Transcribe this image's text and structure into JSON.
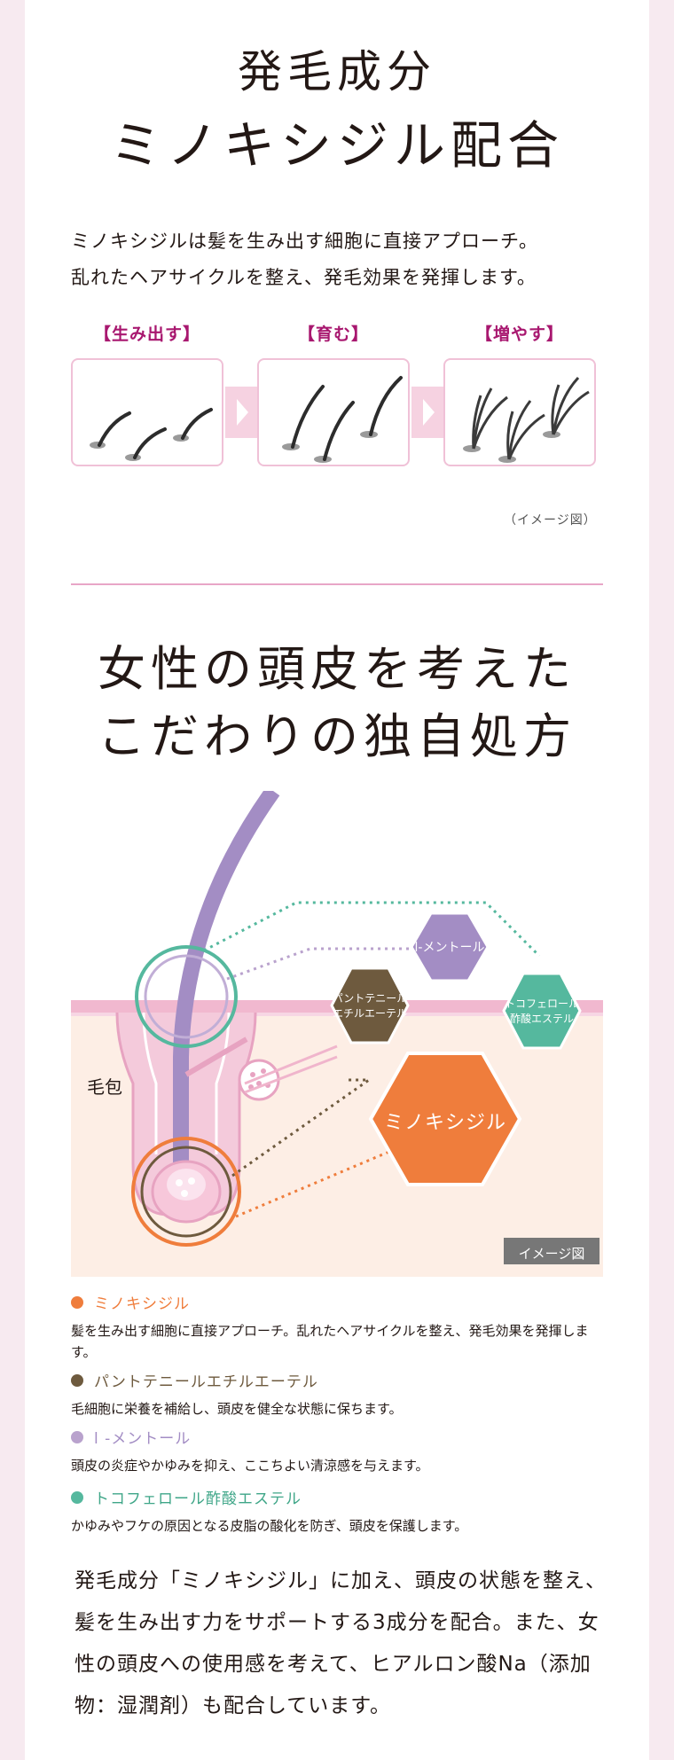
{
  "section1": {
    "title_line1": "発毛成分",
    "title_line2": "ミノキシジル配合",
    "lead_line1": "ミノキシジルは髪を生み出す細胞に直接アプローチ。",
    "lead_line2": "乱れたヘアサイクルを整え、発毛効果を発揮します。",
    "steps": [
      {
        "label": "【生み出す】"
      },
      {
        "label": "【育む】"
      },
      {
        "label": "【増やす】"
      }
    ],
    "image_note": "（イメージ図）"
  },
  "section2": {
    "title_line1": "女性の頭皮を考えた",
    "title_line2": "こだわりの独自処方",
    "diagram": {
      "follicle_label": "毛包",
      "hex_menthol": "l-メントール",
      "hex_panthenyl_l1": "パントテニール",
      "hex_panthenyl_l2": "エチルエーテル",
      "hex_tocopherol_l1": "トコフェロール",
      "hex_tocopherol_l2": "酢酸エステル",
      "hex_minoxidil": "ミノキシジル",
      "image_badge": "イメージ図"
    },
    "legend": [
      {
        "name": "ミノキシジル",
        "color": "#ef7d3c",
        "desc": "髪を生み出す細胞に直接アプローチ。乱れたヘアサイクルを整え、発毛効果を発揮します。"
      },
      {
        "name": "パントテニールエチルエーテル",
        "color": "#6e5a3e",
        "desc": "毛細胞に栄養を補給し、頭皮を健全な状態に保ちます。"
      },
      {
        "name": "l -メントール",
        "color": "#b9a2cd",
        "desc": "頭皮の炎症やかゆみを抑え、ここちよい清涼感を与えます。"
      },
      {
        "name": "トコフェロール酢酸エステル",
        "color": "#55b89e",
        "desc": "かゆみやフケの原因となる皮脂の酸化を防ぎ、頭皮を保護します。"
      }
    ],
    "summary": "発毛成分「ミノキシジル」に加え、頭皮の状態を整え、髪を生み出す力をサポートする3成分を配合。また、女性の頭皮への使用感を考えて、ヒアルロン酸Na（添加物：湿潤剤）も配合しています。"
  }
}
